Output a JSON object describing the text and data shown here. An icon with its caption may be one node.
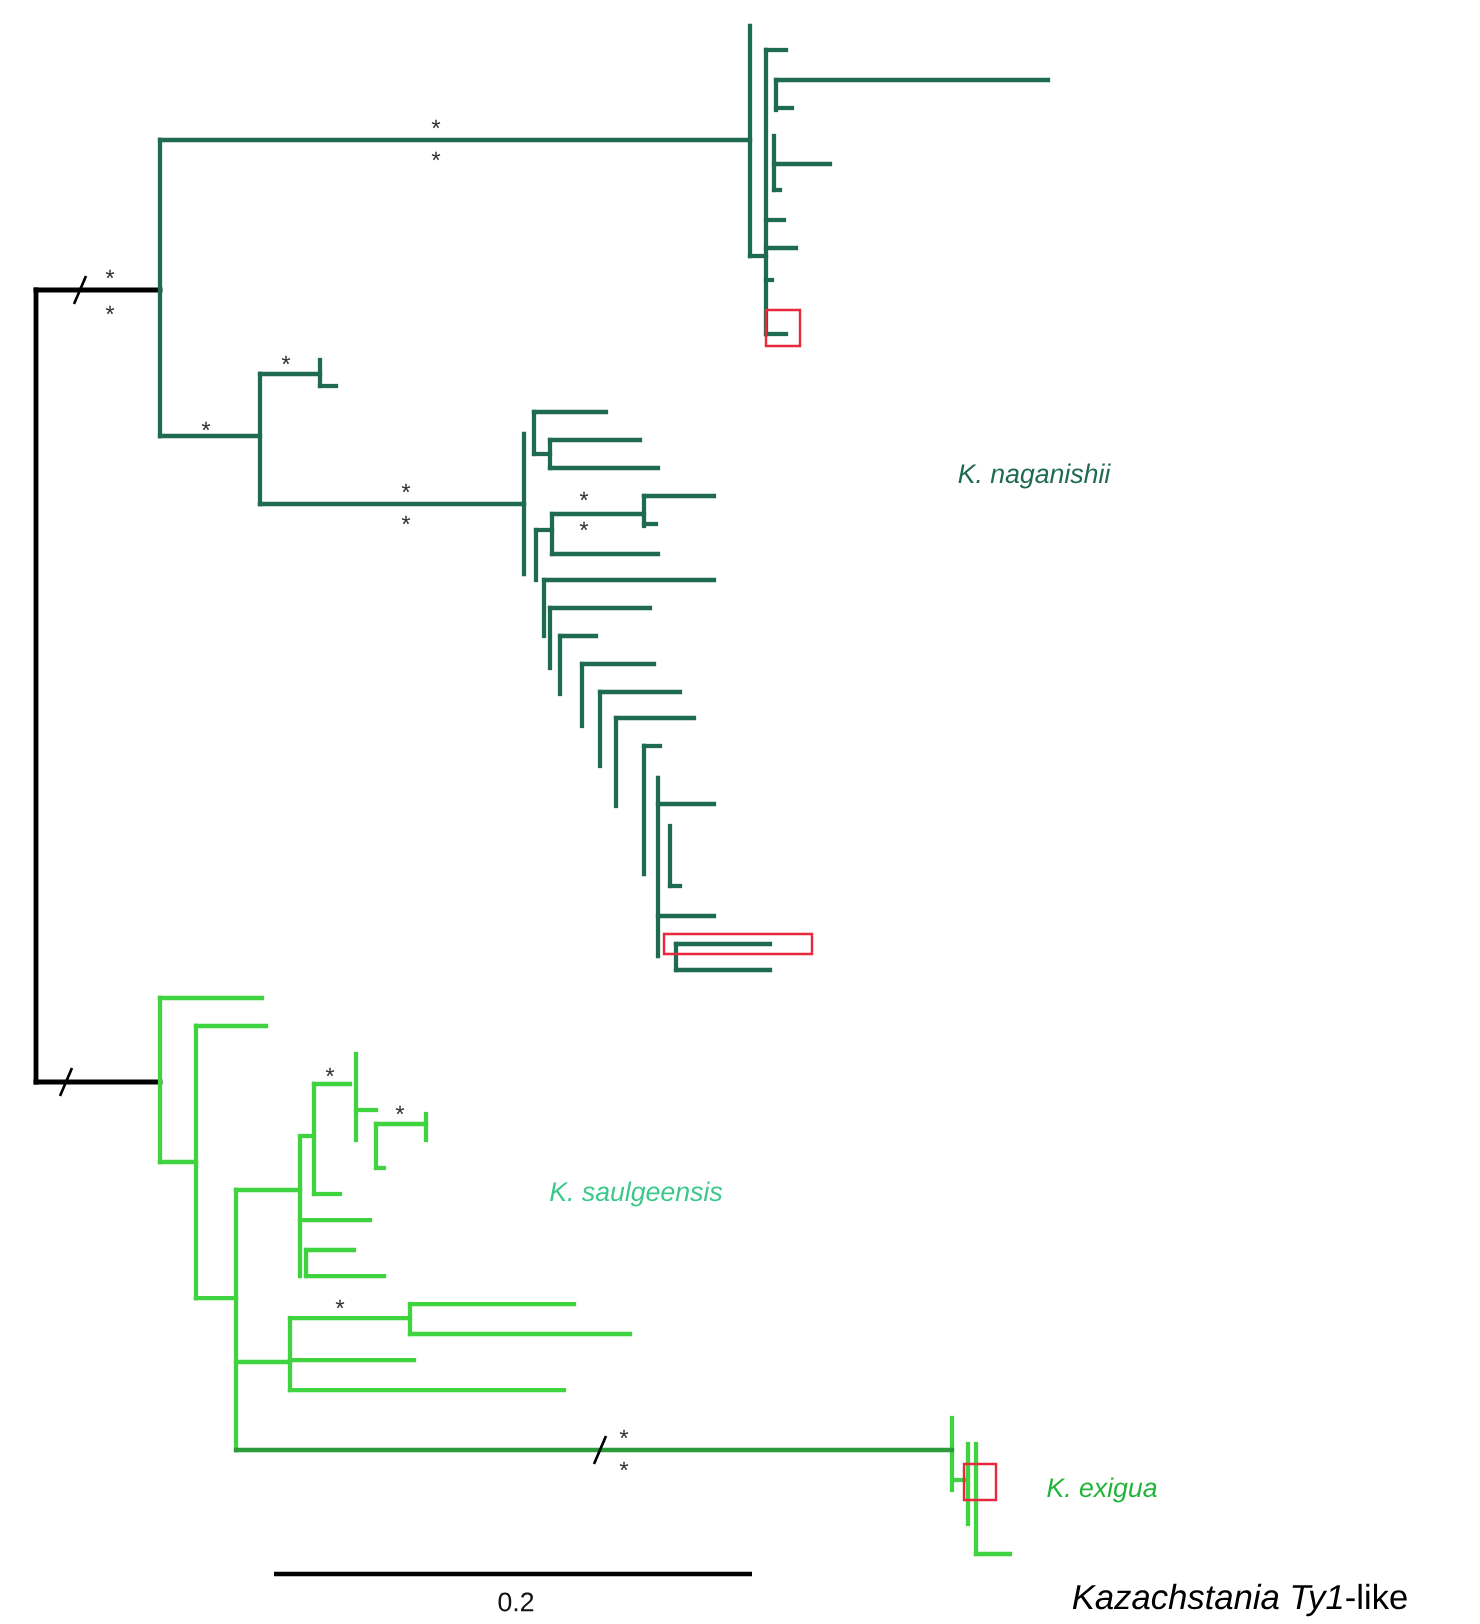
{
  "diagram": {
    "labels": [
      "*",
      "*",
      "*",
      "*",
      "*",
      "*",
      "K. naganishii",
      "*",
      "*",
      "*",
      "*",
      "*",
      "*",
      "K. saulgeensis",
      "*",
      "*",
      "*",
      "K. exigua",
      "0.2",
      "*Kazachstania Ty1*-like"
    ]
  }
}
